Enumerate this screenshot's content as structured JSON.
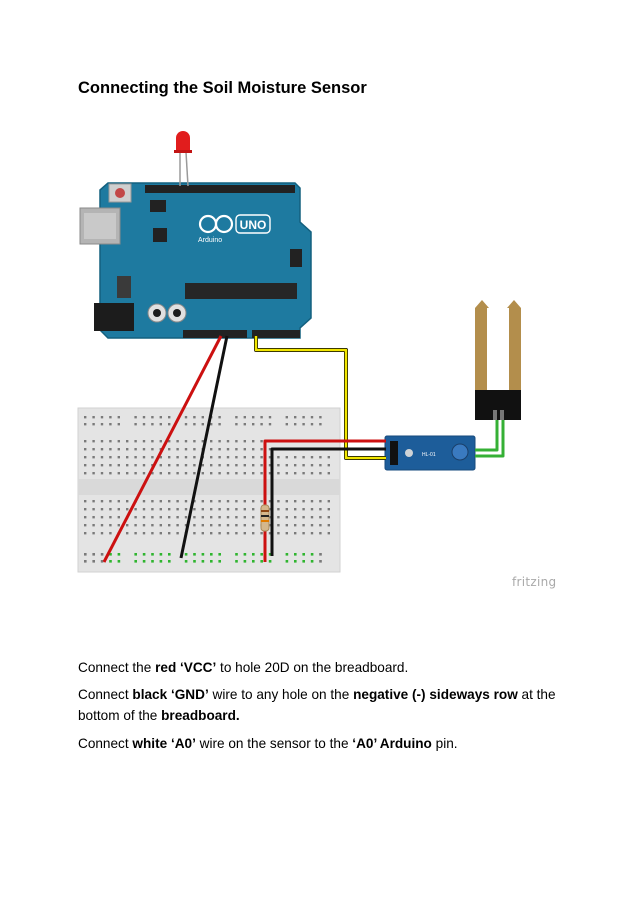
{
  "heading": "Connecting the Soil Moisture Sensor",
  "diagram": {
    "watermark": "fritzing",
    "board_label": "UNO",
    "board_sublabel": "Arduino",
    "sensor_label": "HL-01",
    "wire_colors": {
      "vcc": "#cc1010",
      "gnd": "#111111",
      "signal": "#f2e600",
      "probe": "#35b035"
    }
  },
  "instructions": [
    {
      "segments": [
        {
          "text": "Connect the ",
          "bold": false
        },
        {
          "text": "red ‘VCC’",
          "bold": true
        },
        {
          "text": " to hole 20D on the breadboard.",
          "bold": false
        }
      ]
    },
    {
      "segments": [
        {
          "text": "Connect ",
          "bold": false
        },
        {
          "text": "black ‘GND’",
          "bold": true
        },
        {
          "text": " wire to any hole on the ",
          "bold": false
        },
        {
          "text": "negative (-) sideways row",
          "bold": true
        },
        {
          "text": " at the bottom of the ",
          "bold": false
        },
        {
          "text": "breadboard.",
          "bold": true
        }
      ]
    },
    {
      "segments": [
        {
          "text": "Connect ",
          "bold": false
        },
        {
          "text": "white ‘A0’",
          "bold": true
        },
        {
          "text": " wire on the sensor to the ",
          "bold": false
        },
        {
          "text": "‘A0’ Arduino",
          "bold": true
        },
        {
          "text": " pin.",
          "bold": false
        }
      ]
    }
  ]
}
